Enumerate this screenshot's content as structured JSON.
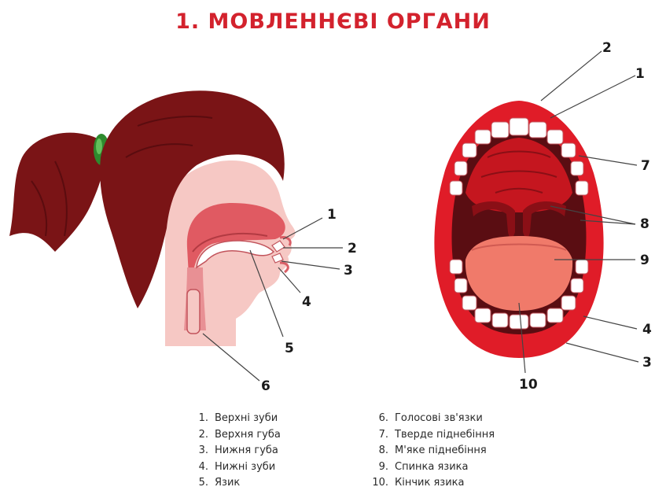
{
  "title": "1. МОВЛЕННЄВІ ОРГАНИ",
  "colors": {
    "title": "#d3222d",
    "hair": "#7a1416",
    "skin": "#f6c8c4",
    "cavity": "#e05a62",
    "lips": "#e01c28",
    "throat": "#5a0d12",
    "teeth": "#ffffff",
    "hair_tie": "#2e8a2e"
  },
  "head_callouts": [
    "1",
    "2",
    "3",
    "4",
    "5",
    "6"
  ],
  "mouth_callouts": [
    "2",
    "1",
    "7",
    "8",
    "9",
    "4",
    "3",
    "10"
  ],
  "legend_left": [
    {
      "num": "1.",
      "text": "Верхні зуби"
    },
    {
      "num": "2.",
      "text": "Верхня губа"
    },
    {
      "num": "3.",
      "text": "Нижня губа"
    },
    {
      "num": "4.",
      "text": "Нижні зуби"
    },
    {
      "num": "5.",
      "text": "Язик"
    }
  ],
  "legend_right": [
    {
      "num": "6.",
      "text": "Голосові зв'язки"
    },
    {
      "num": "7.",
      "text": "Тверде піднебіння"
    },
    {
      "num": "8.",
      "text": "М'яке піднебіння"
    },
    {
      "num": "9.",
      "text": "Спинка язика"
    },
    {
      "num": "10.",
      "text": "Кінчик язика"
    }
  ]
}
